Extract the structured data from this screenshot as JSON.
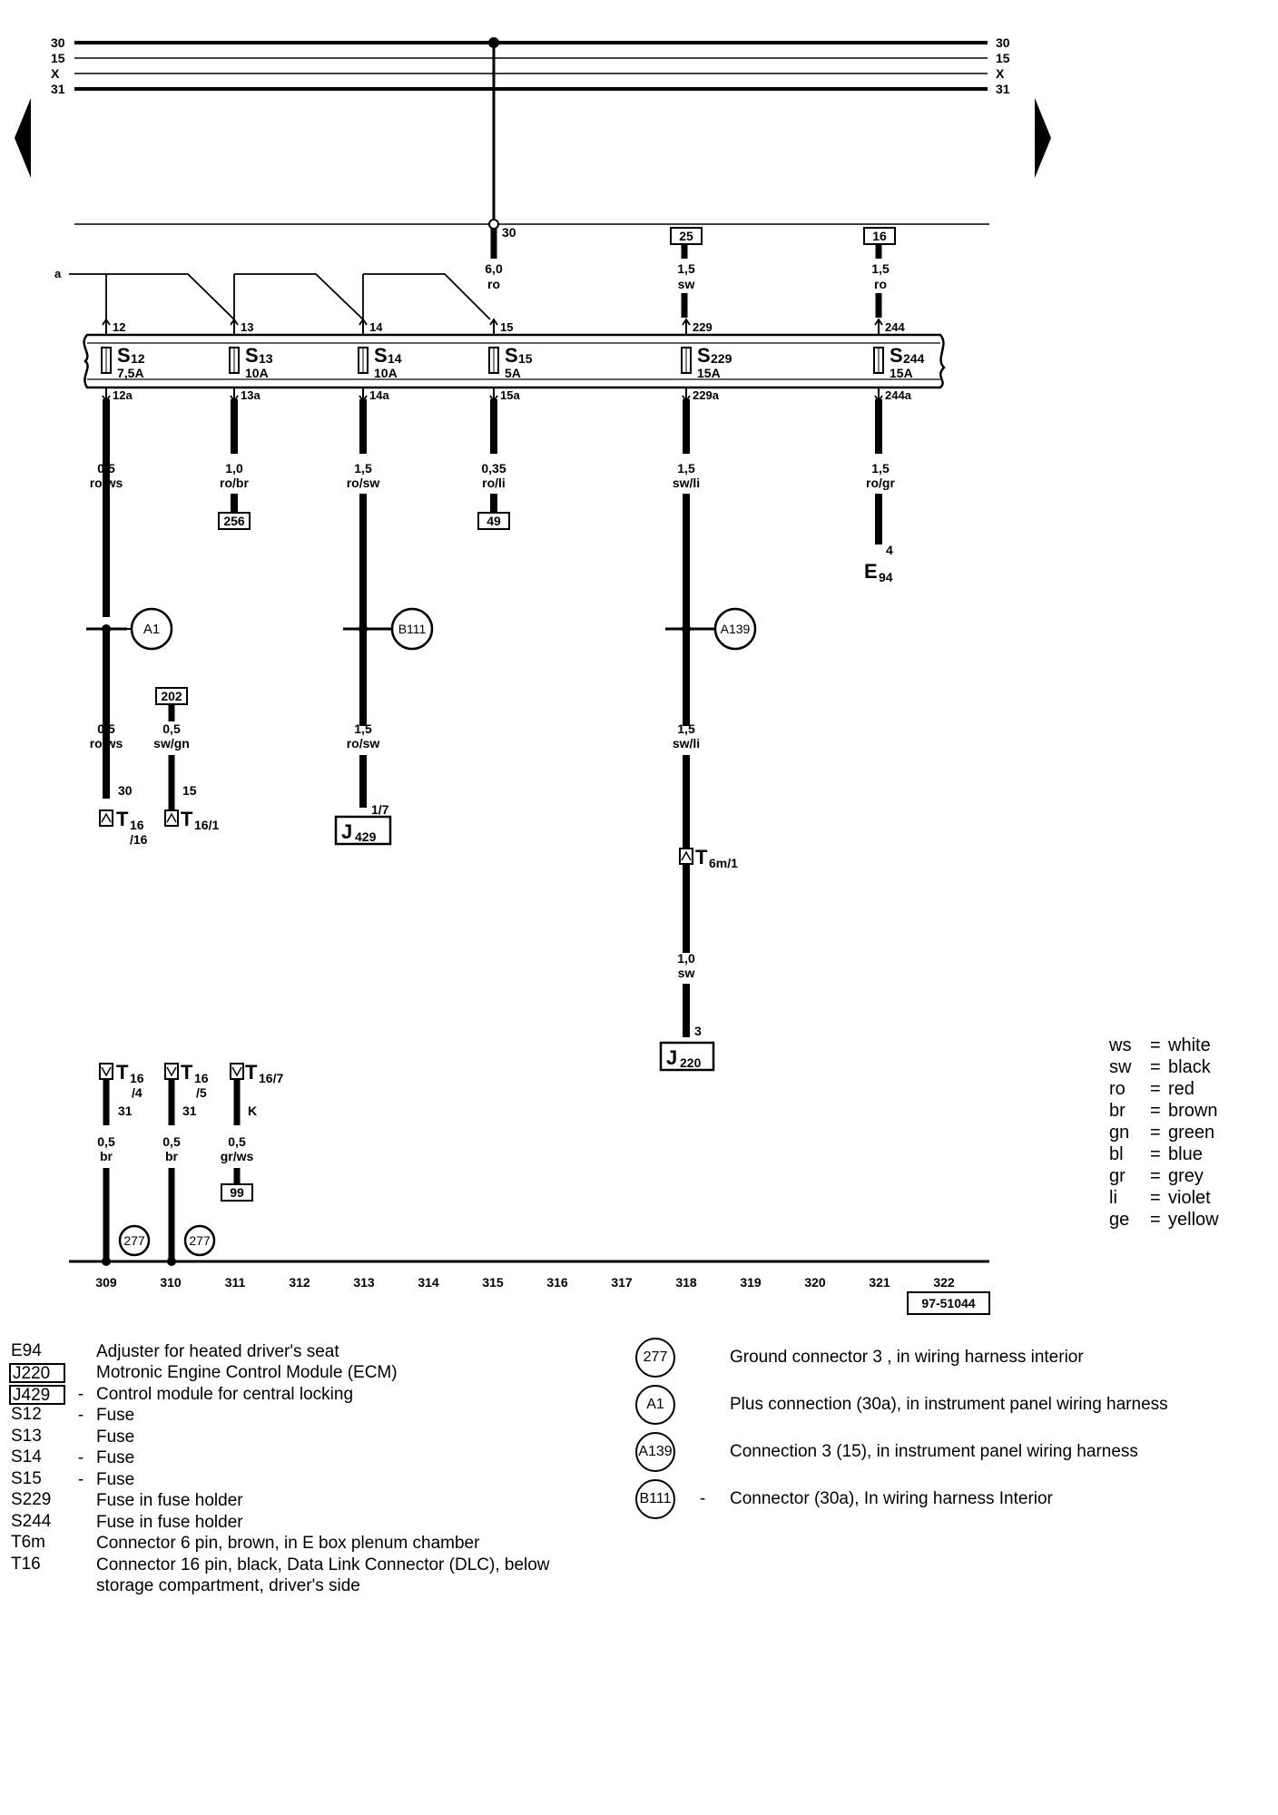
{
  "bus": {
    "labels": [
      "30",
      "15",
      "X",
      "31"
    ]
  },
  "bar_terminals": {
    "t30": "30",
    "t25": "25",
    "t16": "16"
  },
  "feeds": [
    {
      "size": "6,0",
      "color": "ro"
    },
    {
      "size": "1,5",
      "color": "sw",
      "pin": "229"
    },
    {
      "size": "1,5",
      "color": "ro",
      "pin": "244"
    }
  ],
  "tap_label": "a",
  "fuses": [
    {
      "name": "S",
      "sub": "12",
      "rating": "7,5A",
      "in_pin": "12",
      "out_pin": "12a"
    },
    {
      "name": "S",
      "sub": "13",
      "rating": "10A",
      "in_pin": "13",
      "out_pin": "13a"
    },
    {
      "name": "S",
      "sub": "14",
      "rating": "10A",
      "in_pin": "14",
      "out_pin": "14a"
    },
    {
      "name": "S",
      "sub": "15",
      "rating": "5A",
      "in_pin": "15",
      "out_pin": "15a"
    },
    {
      "name": "S",
      "sub": "229",
      "rating": "15A",
      "in_pin": "229",
      "out_pin": "229a"
    },
    {
      "name": "S",
      "sub": "244",
      "rating": "15A",
      "in_pin": "244",
      "out_pin": "244a"
    }
  ],
  "wires": {
    "w1a": {
      "size": "0,5",
      "color": "ro/ws"
    },
    "w2": {
      "size": "1,0",
      "color": "ro/br",
      "ref": "256"
    },
    "w3a": {
      "size": "1,5",
      "color": "ro/sw"
    },
    "w4": {
      "size": "0,35",
      "color": "ro/li",
      "ref": "49"
    },
    "w5a": {
      "size": "1,5",
      "color": "sw/li"
    },
    "w6": {
      "size": "1,5",
      "color": "ro/gr",
      "pin": "4",
      "comp": "E",
      "comp_sub": "94"
    },
    "w1b": {
      "size": "0,5",
      "color": "ro/ws",
      "pin": "30",
      "conn": "T",
      "conn_sub": "16",
      "conn_sub2": "/16"
    },
    "wb": {
      "ref": "202",
      "size": "0,5",
      "color": "sw/gn",
      "pin": "15",
      "conn": "T",
      "conn_sub": "16/1"
    },
    "w3b": {
      "size": "1,5",
      "color": "ro/sw",
      "pin": "1/7",
      "comp": "J",
      "comp_sub": "429"
    },
    "w5b": {
      "size": "1,5",
      "color": "sw/li",
      "conn": "T",
      "conn_sub": "6m/1"
    },
    "w5c": {
      "size": "1,0",
      "color": "sw",
      "pin": "3",
      "comp": "J",
      "comp_sub": "220"
    }
  },
  "junctions": [
    "A1",
    "B111",
    "A139"
  ],
  "grounds": [
    {
      "conn": "T",
      "conn_sub": "16",
      "conn_sub2": "/4",
      "pin": "31",
      "size": "0,5",
      "color": "br",
      "gnd": "277"
    },
    {
      "conn": "T",
      "conn_sub": "16",
      "conn_sub2": "/5",
      "pin": "31",
      "size": "0,5",
      "color": "br",
      "gnd": "277"
    },
    {
      "conn": "T",
      "conn_sub": "16/7",
      "pin": "K",
      "size": "0,5",
      "color": "gr/ws",
      "ref": "99"
    }
  ],
  "track_numbers": [
    "309",
    "310",
    "311",
    "312",
    "313",
    "314",
    "315",
    "316",
    "317",
    "318",
    "319",
    "320",
    "321",
    "322"
  ],
  "drawing_id": "97-51044",
  "color_legend": [
    {
      "abbr": "ws",
      "name": "white"
    },
    {
      "abbr": "sw",
      "name": "black"
    },
    {
      "abbr": "ro",
      "name": "red"
    },
    {
      "abbr": "br",
      "name": "brown"
    },
    {
      "abbr": "gn",
      "name": "green"
    },
    {
      "abbr": "bl",
      "name": "blue"
    },
    {
      "abbr": "gr",
      "name": "grey"
    },
    {
      "abbr": "li",
      "name": "violet"
    },
    {
      "abbr": "ge",
      "name": "yellow"
    }
  ],
  "component_list": [
    {
      "code": "E94",
      "boxed": false,
      "dash": "",
      "desc": "Adjuster for heated driver's seat"
    },
    {
      "code": "J220",
      "boxed": true,
      "dash": "",
      "desc": "Motronic Engine Control Module (ECM)"
    },
    {
      "code": "J429",
      "boxed": true,
      "dash": "-",
      "desc": "Control module for central locking"
    },
    {
      "code": "S12",
      "boxed": false,
      "dash": "-",
      "desc": "Fuse"
    },
    {
      "code": "S13",
      "boxed": false,
      "dash": "",
      "desc": "Fuse"
    },
    {
      "code": "S14",
      "boxed": false,
      "dash": "-",
      "desc": "Fuse"
    },
    {
      "code": "S15",
      "boxed": false,
      "dash": "-",
      "desc": "Fuse"
    },
    {
      "code": "S229",
      "boxed": false,
      "dash": "",
      "desc": "Fuse in fuse holder"
    },
    {
      "code": "S244",
      "boxed": false,
      "dash": "",
      "desc": "Fuse in fuse holder"
    },
    {
      "code": "T6m",
      "boxed": false,
      "dash": "",
      "desc": "Connector 6 pin, brown, in E box plenum chamber"
    },
    {
      "code": "T16",
      "boxed": false,
      "dash": "",
      "desc": "Connector 16 pin, black, Data Link Connector (DLC), below"
    },
    {
      "code": "",
      "boxed": false,
      "dash": "",
      "desc": "storage compartment, driver's side"
    }
  ],
  "connector_list": [
    {
      "code": "277",
      "dash": "",
      "desc": "Ground connector  3 , in wiring harness interior"
    },
    {
      "code": "A1",
      "dash": "",
      "desc": "Plus connection (30a), in instrument panel wiring harness"
    },
    {
      "code": "A139",
      "dash": "",
      "desc": "Connection 3 (15), in instrument panel wiring harness"
    },
    {
      "code": "B111",
      "dash": "-",
      "desc": "Connector (30a), In wiring harness Interior"
    }
  ]
}
